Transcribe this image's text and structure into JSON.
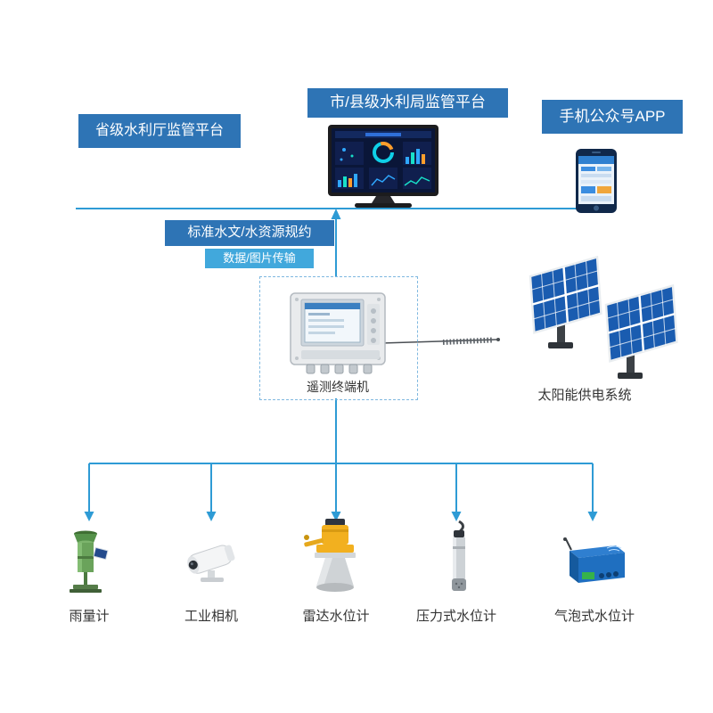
{
  "platforms": {
    "provincial": "省级水利厅监管平台",
    "city_county": "市/县级水利局监管平台",
    "mobile_app": "手机公众号APP"
  },
  "links": {
    "protocol": "标准水文/水资源规约",
    "data_transfer": "数据/图片传输"
  },
  "field_station": {
    "rtu_label": "遥测终端机",
    "solar_label": "太阳能供电系统"
  },
  "sensors": [
    {
      "label": "雨量计"
    },
    {
      "label": "工业相机"
    },
    {
      "label": "雷达水位计"
    },
    {
      "label": "压力式水位计"
    },
    {
      "label": "气泡式水位计"
    }
  ],
  "colors": {
    "platform_box_blue": "#2E74B5",
    "transfer_box_blue": "#41A8DC",
    "connector_line_blue": "#2E9BD5",
    "solar_panel_blue": "#1A5CB0"
  }
}
